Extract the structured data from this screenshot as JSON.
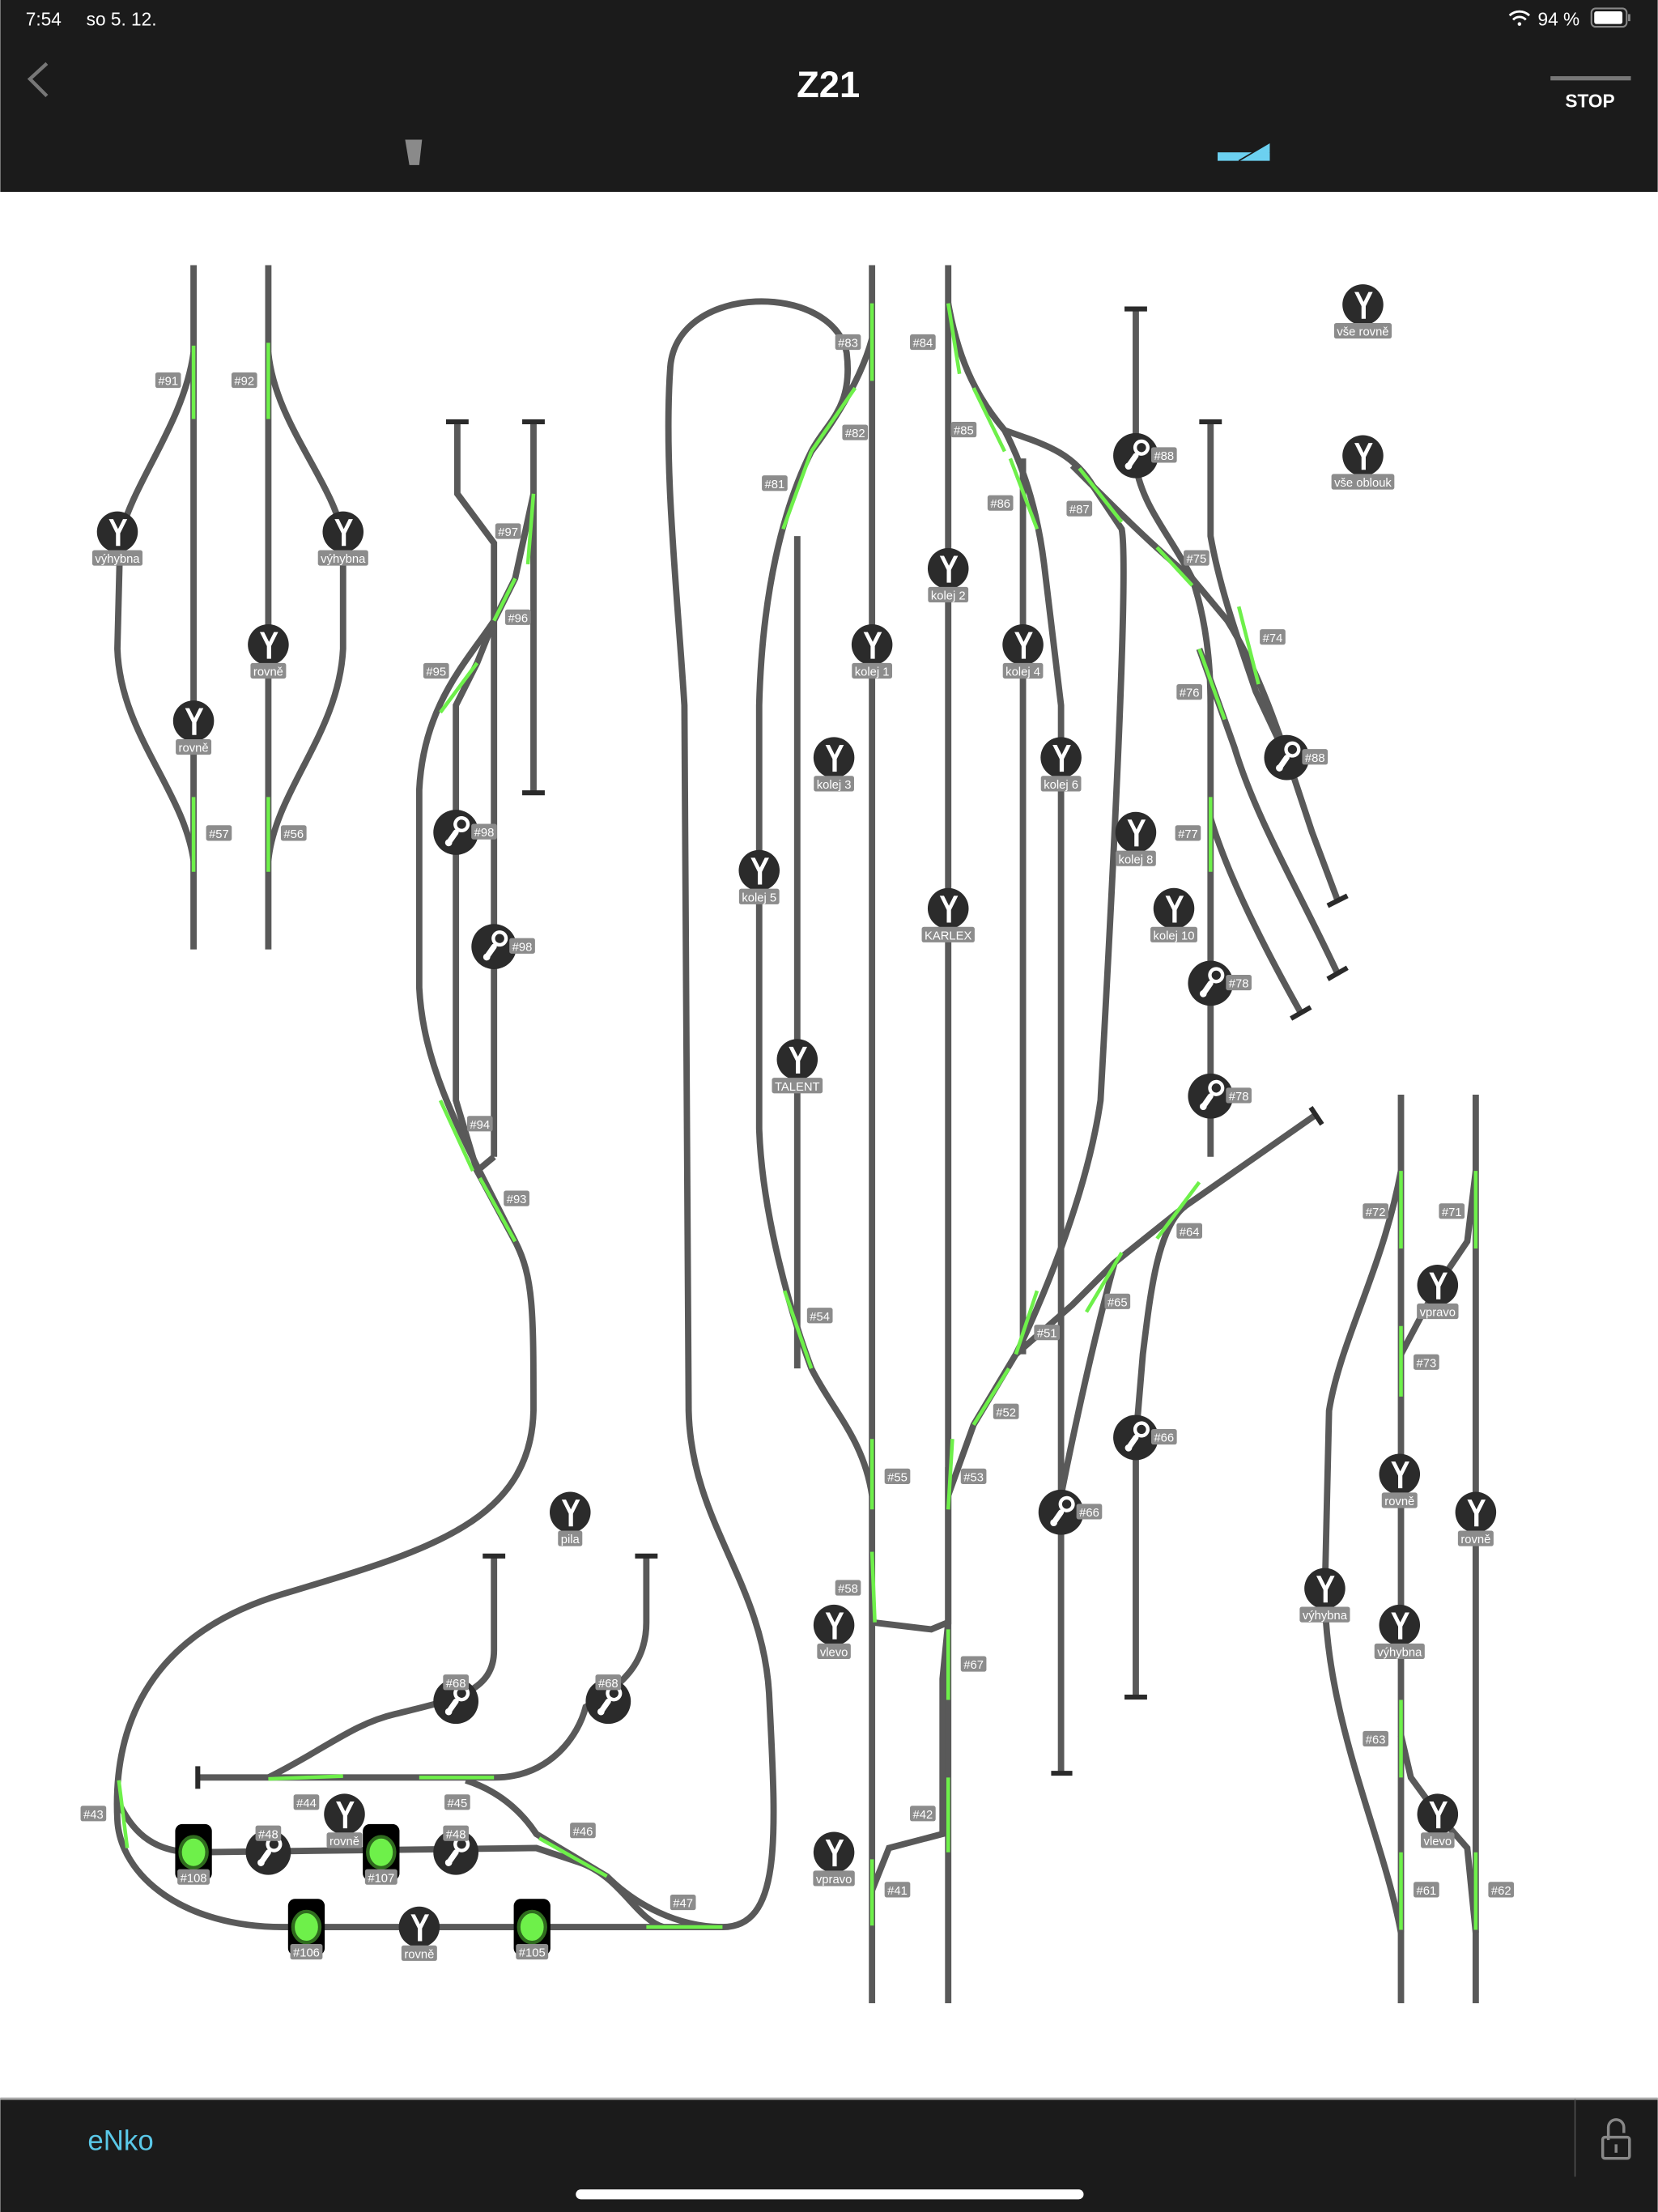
{
  "status_bar": {
    "time": "7:54",
    "date": "so 5. 12.",
    "battery": "94 %",
    "icons": [
      "wifi-icon",
      "battery-icon"
    ]
  },
  "header": {
    "title": "Z21",
    "stop_label": "STOP",
    "back_icon": "chevron-left-icon",
    "tabs": [
      {
        "icon": "controller-icon",
        "active": false
      },
      {
        "icon": "turnout-icon",
        "active": true
      }
    ]
  },
  "footer": {
    "loco_name": "eNko",
    "lock_icon": "lock-icon"
  },
  "colors": {
    "accent": "#5ac8e8",
    "track": "#595959",
    "active_route": "#6ef04a",
    "bar": "#1b1b1b"
  },
  "turnout_buttons": [
    {
      "label": "výhybna"
    },
    {
      "label": "výhybna"
    },
    {
      "label": "rovně"
    },
    {
      "label": "rovně"
    },
    {
      "label": "kolej 1"
    },
    {
      "label": "kolej 2"
    },
    {
      "label": "kolej 3"
    },
    {
      "label": "kolej 4"
    },
    {
      "label": "kolej 5"
    },
    {
      "label": "kolej 6"
    },
    {
      "label": "kolej 8"
    },
    {
      "label": "kolej 10"
    },
    {
      "label": "KARLEX"
    },
    {
      "label": "TALENT"
    },
    {
      "label": "vše rovně"
    },
    {
      "label": "vše oblouk"
    },
    {
      "label": "pila"
    },
    {
      "label": "vlevo"
    },
    {
      "label": "vpravo"
    },
    {
      "label": "rovně"
    },
    {
      "label": "rovně"
    },
    {
      "label": "vpravo"
    },
    {
      "label": "rovně"
    },
    {
      "label": "rovně"
    },
    {
      "label": "výhybna"
    },
    {
      "label": "výhybna"
    },
    {
      "label": "vlevo"
    }
  ],
  "uncouplers": [
    {
      "label": "#88"
    },
    {
      "label": "#88"
    },
    {
      "label": "#98"
    },
    {
      "label": "#98"
    },
    {
      "label": "#78"
    },
    {
      "label": "#78"
    },
    {
      "label": "#66"
    },
    {
      "label": "#66"
    },
    {
      "label": "#68"
    },
    {
      "label": "#68"
    },
    {
      "label": "#48"
    },
    {
      "label": "#48"
    }
  ],
  "signals": [
    {
      "label": "#108",
      "aspect": "green"
    },
    {
      "label": "#107",
      "aspect": "green"
    },
    {
      "label": "#106",
      "aspect": "green"
    },
    {
      "label": "#105",
      "aspect": "green"
    }
  ],
  "address_tags": [
    "#91",
    "#92",
    "#57",
    "#56",
    "#97",
    "#96",
    "#95",
    "#94",
    "#93",
    "#83",
    "#84",
    "#82",
    "#81",
    "#85",
    "#86",
    "#87",
    "#75",
    "#74",
    "#76",
    "#77",
    "#64",
    "#65",
    "#51",
    "#52",
    "#53",
    "#54",
    "#55",
    "#58",
    "#67",
    "#42",
    "#41",
    "#72",
    "#71",
    "#73",
    "#63",
    "#61",
    "#62",
    "#43",
    "#44",
    "#45",
    "#46",
    "#47"
  ]
}
